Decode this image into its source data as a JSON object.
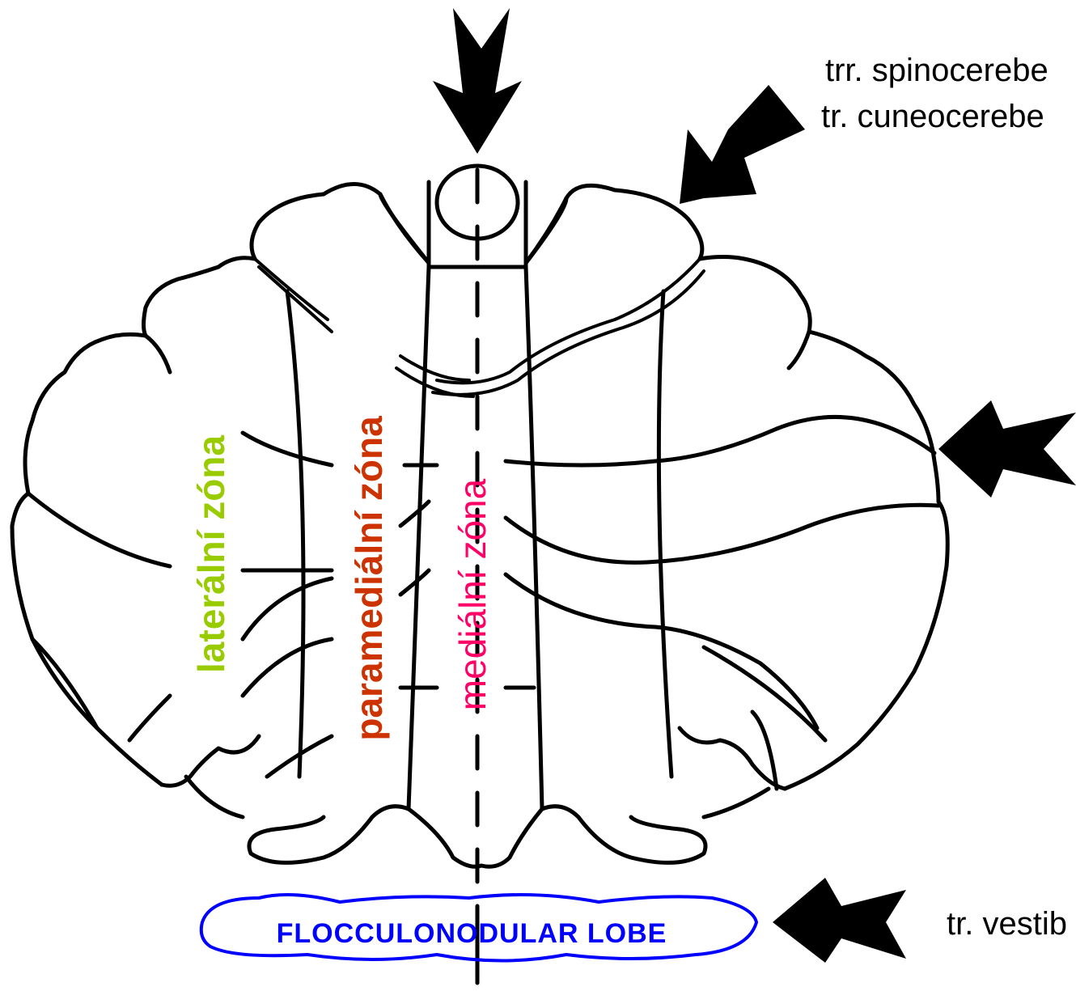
{
  "labels": {
    "spinocerebellar": "trr. spinocerebe",
    "cuneocerebellar": "tr. cuneocerebe",
    "vestibular": "tr. vestib",
    "flocculonodular": "FLOCCULONODULAR LOBE"
  },
  "zones": {
    "lateral": "laterální zóna",
    "paramedial": "paramediální zóna",
    "medial": "mediální zóna"
  },
  "colors": {
    "lateral": "#99cc00",
    "paramedial": "#cc3300",
    "medial": "#ff0066",
    "lobe": "#0000ff",
    "outline": "#000000"
  }
}
